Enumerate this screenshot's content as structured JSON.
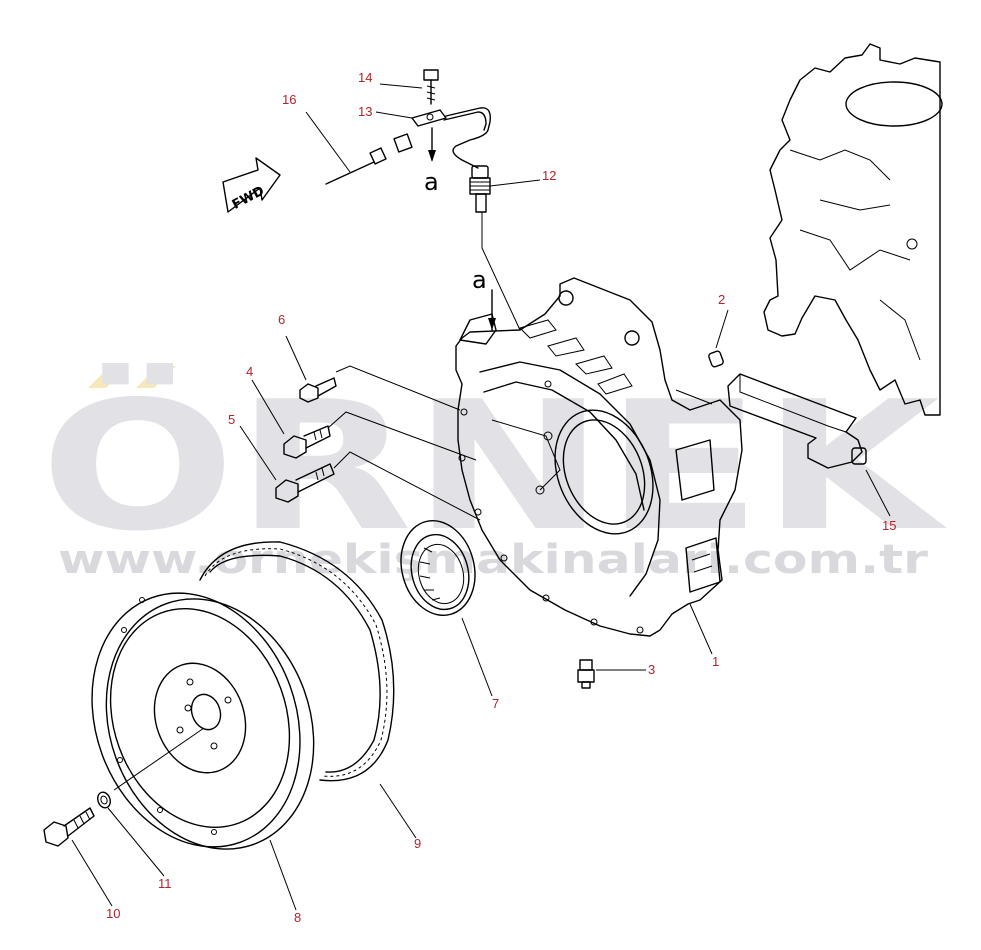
{
  "colors": {
    "callout_text": "#b5232b",
    "line_art": "#000000",
    "watermark_gray": "#e2e2e6",
    "watermark_accent": "#f6e8b8"
  },
  "watermark": {
    "brand": "ÖRNEK",
    "url": "www.ornekişmakinalari.com.tr"
  },
  "fwd_label": "FWD",
  "reference_mark": "a",
  "callouts": [
    {
      "id": "c1",
      "label": "1"
    },
    {
      "id": "c2",
      "label": "2"
    },
    {
      "id": "c3",
      "label": "3"
    },
    {
      "id": "c4",
      "label": "4"
    },
    {
      "id": "c5",
      "label": "5"
    },
    {
      "id": "c6",
      "label": "6"
    },
    {
      "id": "c7",
      "label": "7"
    },
    {
      "id": "c8",
      "label": "8"
    },
    {
      "id": "c9",
      "label": "9"
    },
    {
      "id": "c10",
      "label": "10"
    },
    {
      "id": "c11",
      "label": "11"
    },
    {
      "id": "c12",
      "label": "12"
    },
    {
      "id": "c13",
      "label": "13"
    },
    {
      "id": "c14",
      "label": "14"
    },
    {
      "id": "c15",
      "label": "15"
    },
    {
      "id": "c16",
      "label": "16"
    }
  ]
}
